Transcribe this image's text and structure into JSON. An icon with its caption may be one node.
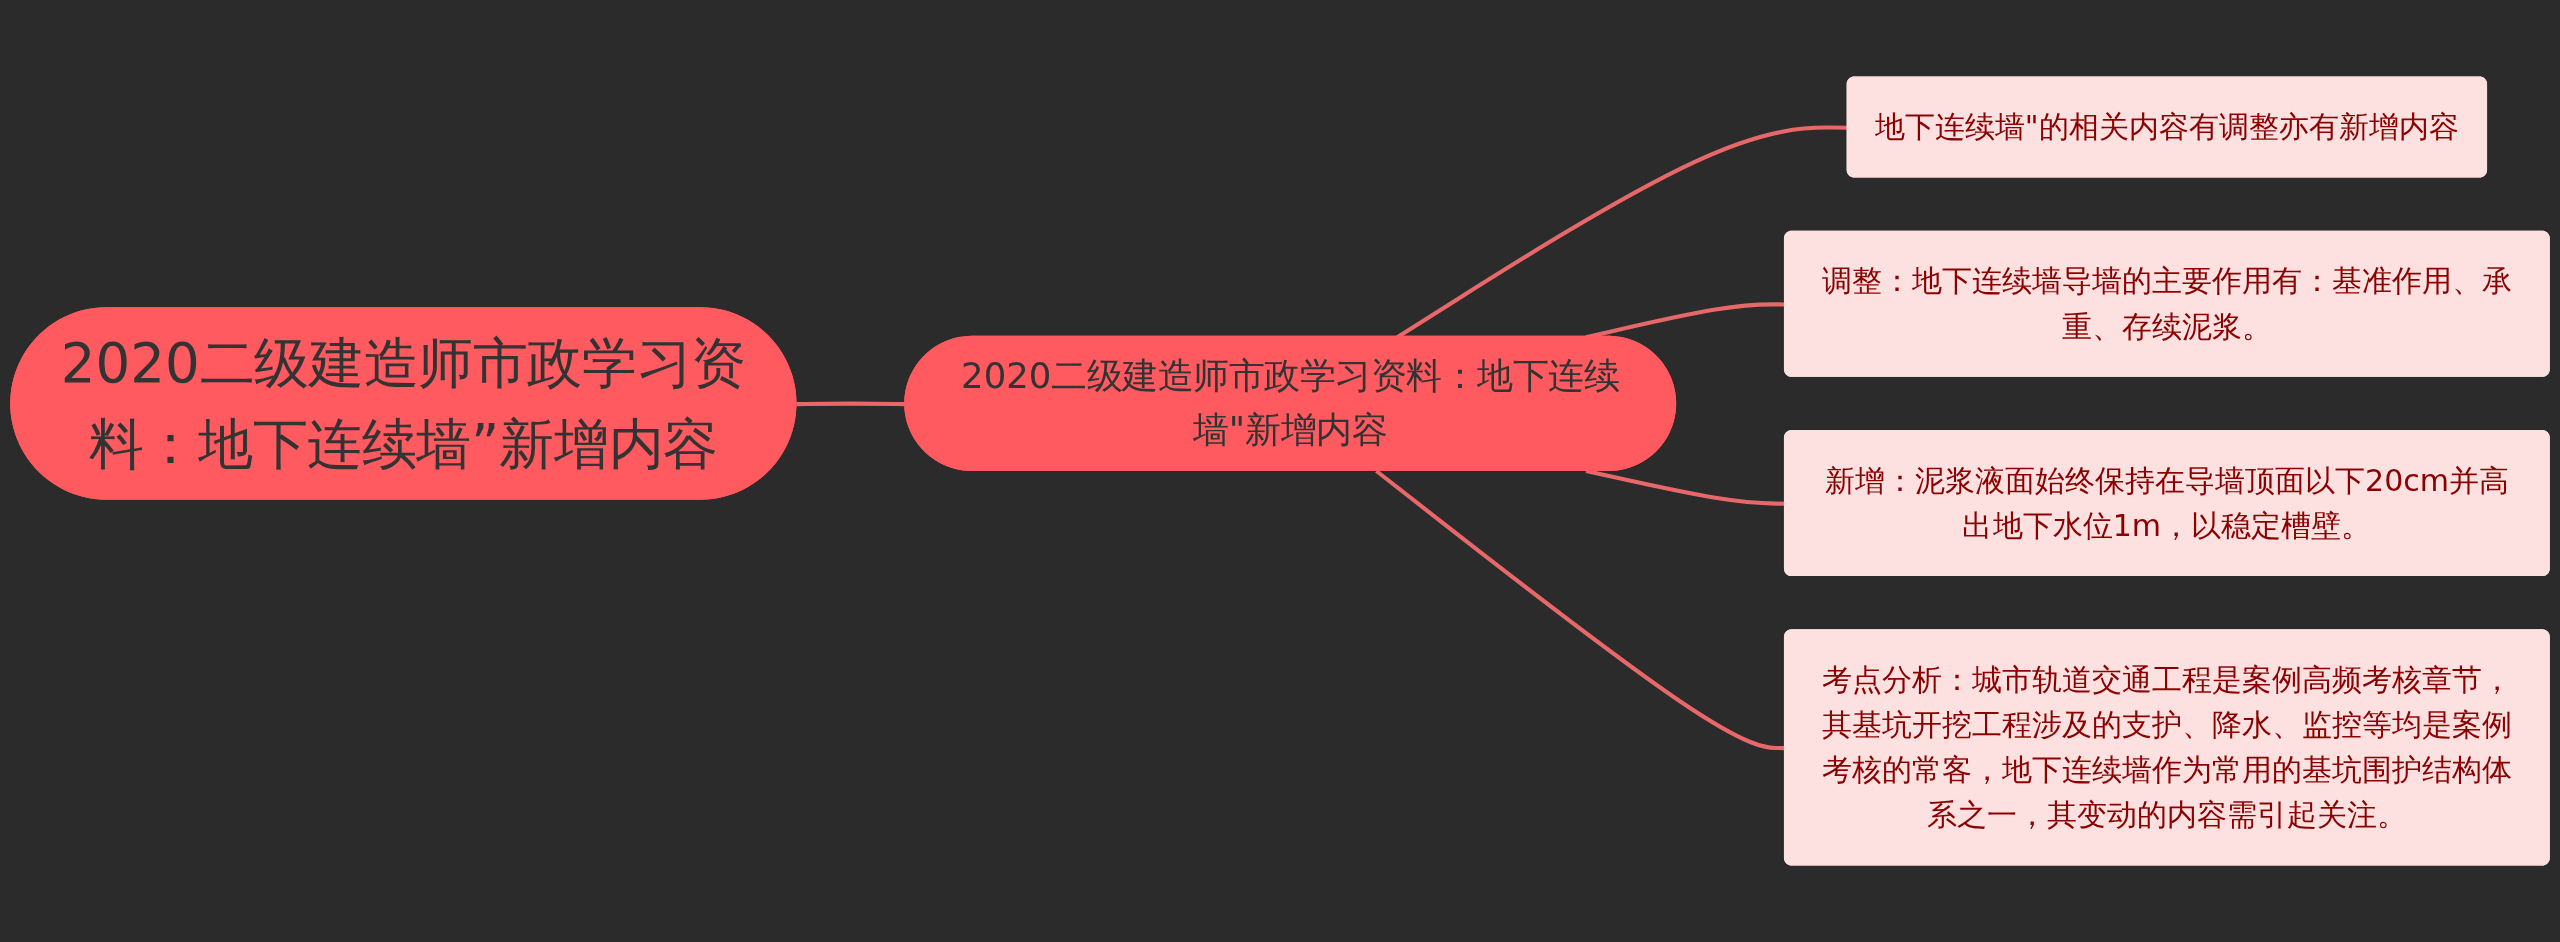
{
  "diagram": {
    "nodes": [
      {
        "text": [
          "2020二级建造师市政学习资料：地下连续墙”新增内容"
        ]
      },
      {
        "text": [
          "2020二级建造师市政学习资料：地下连续墙\"新增内容"
        ]
      },
      {
        "text": [
          "地下连续墙\"的相关内容有调整亦有新增内容"
        ]
      },
      {
        "text": [
          "调整：地下连续墙导墙的主要作用有：基准作用、承重、存续泥浆。"
        ]
      },
      {
        "text": [
          "新增：泥浆液面始终保持在导墙顶面以下20cm并高出地下水位1m，以稳定槽壁。"
        ]
      },
      {
        "text": [
          "考点分析：城市轨道交通工程是案例高频考核章节，其基坑开挖工程涉及的支护、降水、监控等均是案例考核的常客，地下连续墙作为常用的基坑围护结构体系之一，其变动的内容需引起关注。"
        ]
      }
    ],
    "edges": [
      {
        "from": 0,
        "to": 1,
        "arrow": "none"
      },
      {
        "from": 1,
        "to": 2,
        "arrow": "none"
      },
      {
        "from": 1,
        "to": 3,
        "arrow": "none"
      },
      {
        "from": 1,
        "to": 4,
        "arrow": "none"
      },
      {
        "from": 1,
        "to": 5,
        "arrow": "none"
      }
    ]
  }
}
